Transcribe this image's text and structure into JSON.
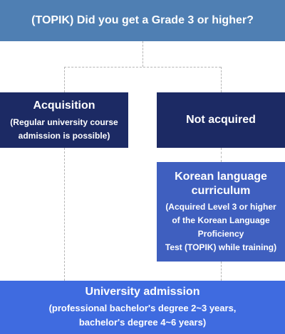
{
  "question": "(TOPIK) Did you get a Grade 3 or higher?",
  "acquisition": {
    "title": "Acquisition",
    "note_line1": "(Regular university course",
    "note_line2": "admission is possible)"
  },
  "not_acquired": {
    "title": "Not acquired"
  },
  "korean_curriculum": {
    "title_line1": "Korean language",
    "title_line2": "curriculum",
    "note_line1": "(Acquired Level 3 or higher",
    "note_line2": "of the Korean Language",
    "note_line3": "Proficiency",
    "note_line4": "Test (TOPIK) while training)"
  },
  "university_admission": {
    "title": "University admission",
    "note_line1": "(professional bachelor's degree 2~3 years,",
    "note_line2": "bachelor's degree 4~6 years)"
  },
  "colors": {
    "question_box": "#4f7fb3",
    "decision_box": "#1c2a64",
    "curriculum_box": "#3f5fbf",
    "admission_box": "#3f6be0",
    "connector": "#b5b5b5"
  }
}
